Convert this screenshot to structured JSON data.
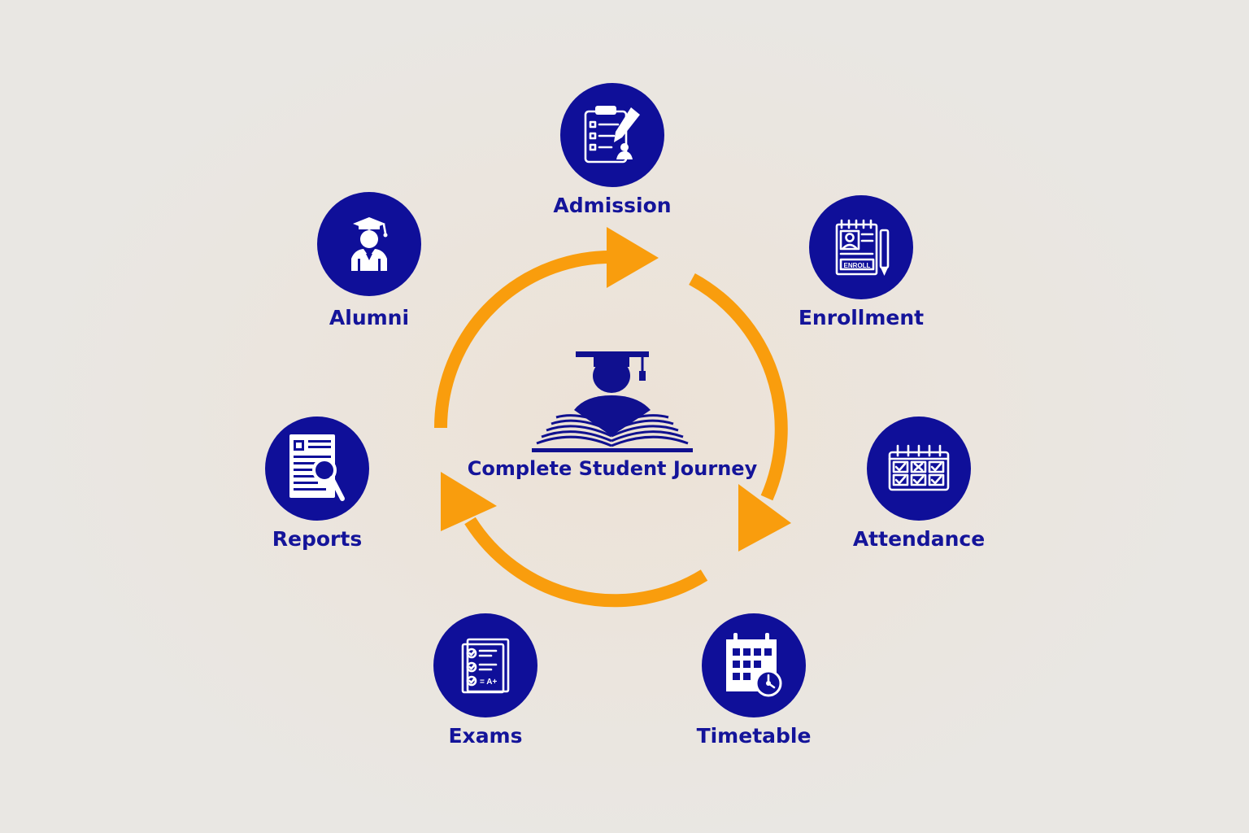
{
  "center": {
    "title": "Complete Student Journey",
    "icon": "graduate-reading-book-icon"
  },
  "stages": [
    {
      "id": "admission",
      "label": "Admission",
      "icon": "clipboard-application-icon"
    },
    {
      "id": "enrollment",
      "label": "Enrollment",
      "icon": "enroll-form-icon"
    },
    {
      "id": "attendance",
      "label": "Attendance",
      "icon": "attendance-calendar-icon"
    },
    {
      "id": "timetable",
      "label": "Timetable",
      "icon": "timetable-calendar-clock-icon"
    },
    {
      "id": "exams",
      "label": "Exams",
      "icon": "exam-sheet-icon"
    },
    {
      "id": "reports",
      "label": "Reports",
      "icon": "report-search-icon"
    },
    {
      "id": "alumni",
      "label": "Alumni",
      "icon": "graduate-alumni-icon"
    }
  ],
  "icon_text": {
    "enroll_stamp": "ENROLL",
    "grade": "= A+"
  },
  "colors": {
    "icon_circle": "#0f0f99",
    "label_text": "#14149a",
    "cycle_arrows": "#f99d0d",
    "background": "#ebe5de"
  }
}
